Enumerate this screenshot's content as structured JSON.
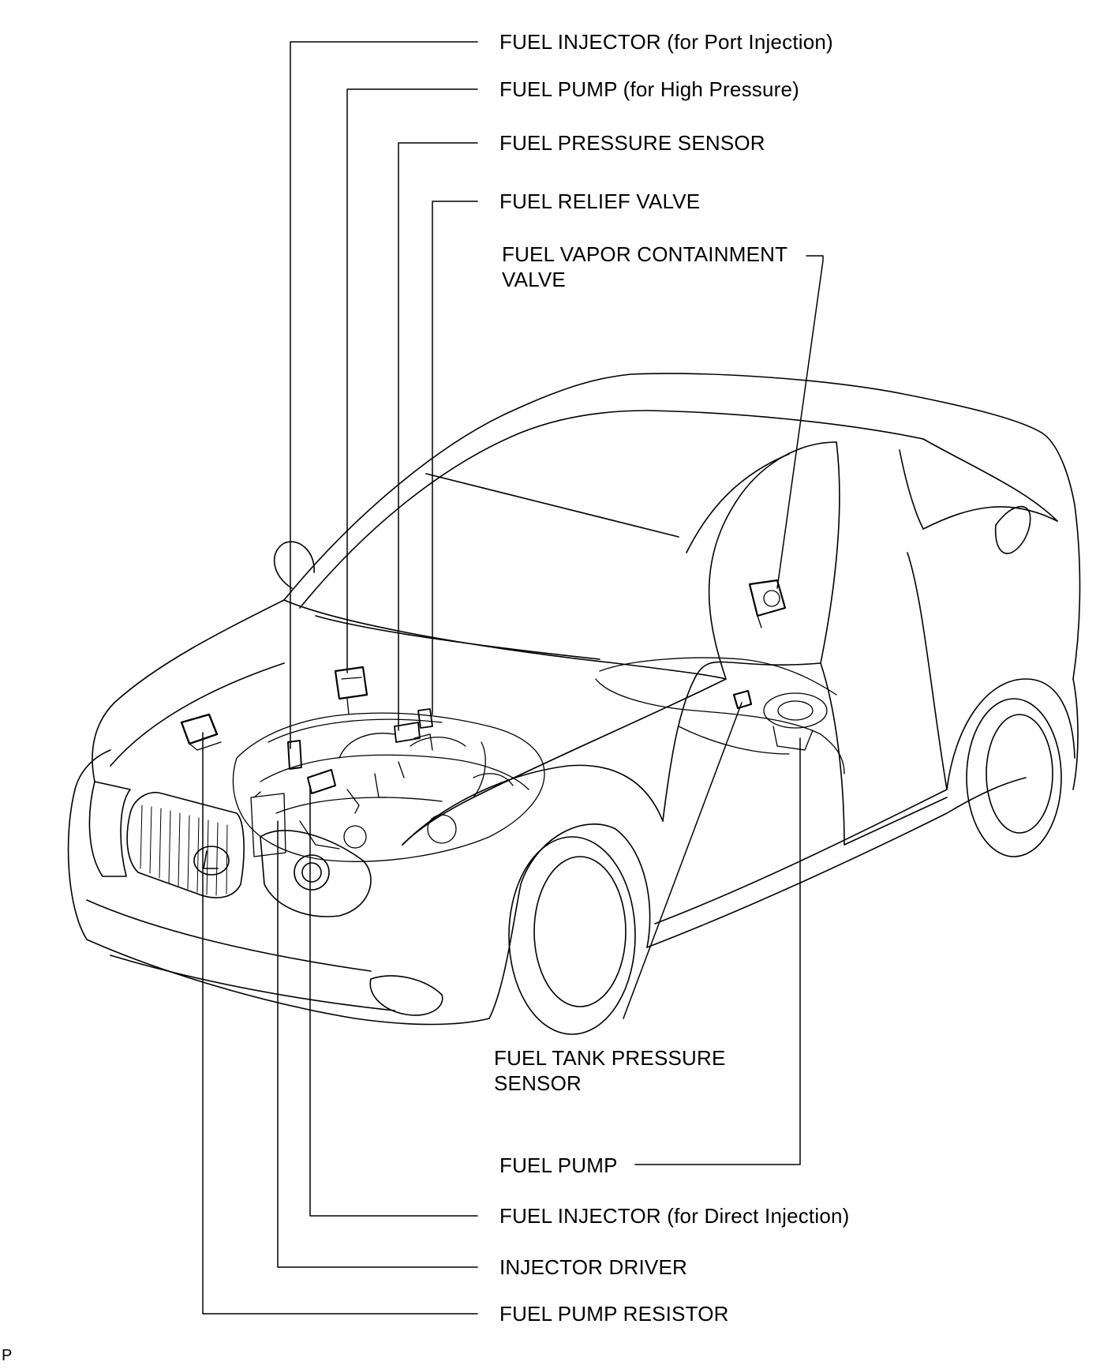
{
  "labels": {
    "fuel_injector_port": "FUEL INJECTOR (for Port Injection)",
    "fuel_pump_high": "FUEL PUMP (for High Pressure)",
    "fuel_pressure_sensor": "FUEL PRESSURE SENSOR",
    "fuel_relief_valve": "FUEL RELIEF VALVE",
    "fuel_vapor_line1": "FUEL VAPOR CONTAINMENT",
    "fuel_vapor_line2": "VALVE",
    "fuel_tank_line1": "FUEL TANK PRESSURE",
    "fuel_tank_line2": "SENSOR",
    "fuel_pump": "FUEL PUMP",
    "fuel_injector_direct": "FUEL INJECTOR (for Direct Injection)",
    "injector_driver": "INJECTOR DRIVER",
    "fuel_pump_resistor": "FUEL PUMP RESISTOR"
  },
  "corner_mark": "P",
  "colors": {
    "line": "#000000",
    "background": "#ffffff"
  }
}
